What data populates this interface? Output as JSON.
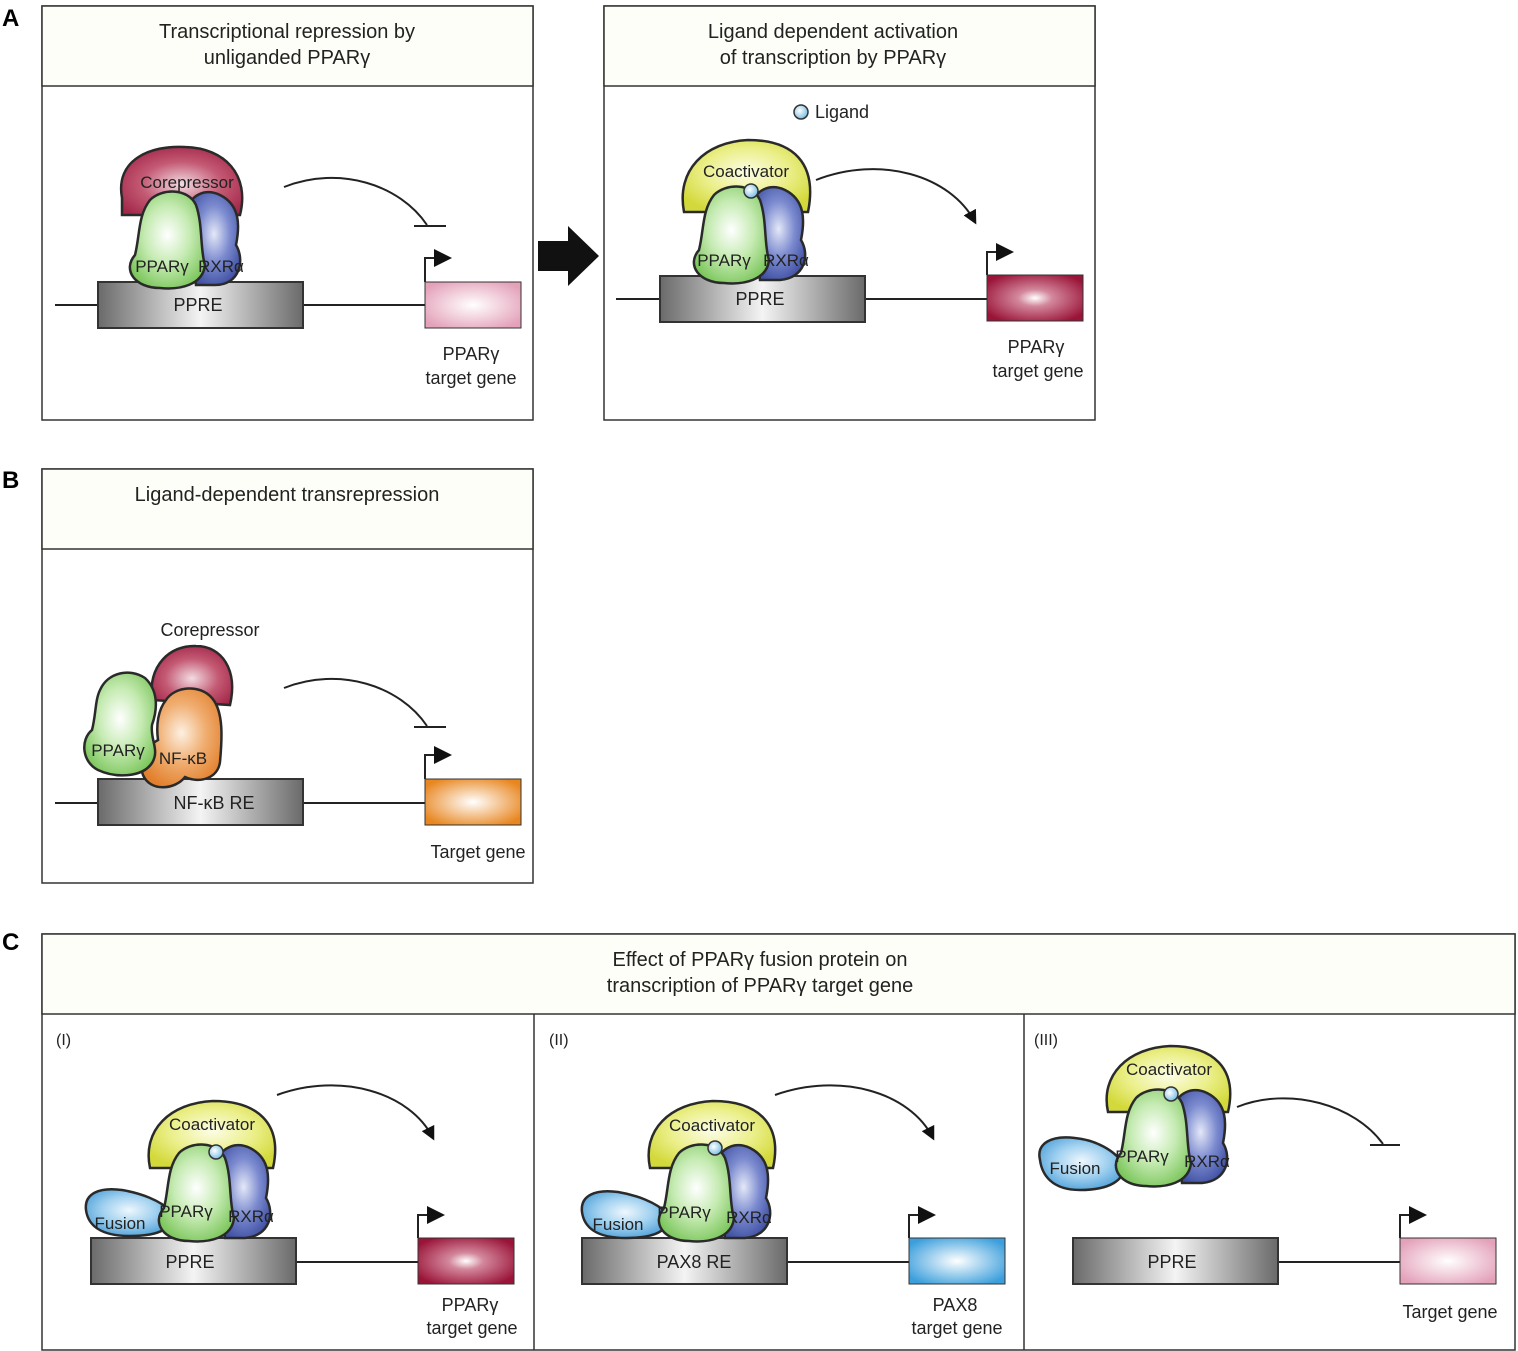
{
  "panel_labels": {
    "a": "A",
    "b": "B",
    "c": "C"
  },
  "colors": {
    "corepressor": "#a8304f",
    "ppar": "#7ec862",
    "rxr": "#4a5fae",
    "coactivator": "#dde24a",
    "nfkb": "#e8873a",
    "fusion": "#5aa6da",
    "ligand": "#8cc6ea",
    "dna_element": "#777777",
    "gene_repressed": "#e6a6bd",
    "gene_active": "#9e1a3c",
    "gene_nfkb": "#e8861f",
    "gene_pax8": "#3c9fdc"
  },
  "panelA": {
    "left": {
      "title_line1": "Transcriptional repression by",
      "title_line2": "unliganded PPARγ",
      "corepressor": "Corepressor",
      "ppar": "PPARγ",
      "rxr": "RXRα",
      "element": "PPRE",
      "gene_line1": "PPARγ",
      "gene_line2": "target gene"
    },
    "right": {
      "title_line1": "Ligand dependent activation",
      "title_line2": "of transcription by PPARγ",
      "ligand": "Ligand",
      "coactivator": "Coactivator",
      "ppar": "PPARγ",
      "rxr": "RXRα",
      "element": "PPRE",
      "gene_line1": "PPARγ",
      "gene_line2": "target gene"
    }
  },
  "panelB": {
    "title": "Ligand-dependent transrepression",
    "corepressor": "Corepressor",
    "ppar": "PPARγ",
    "nfkb": "NF-κB",
    "element": "NF-κB RE",
    "gene": "Target gene"
  },
  "panelC": {
    "title_line1": "Effect of PPARγ fusion protein on",
    "title_line2": "transcription of PPARγ target gene",
    "sub1": {
      "label": "(I)",
      "coactivator": "Coactivator",
      "fusion": "Fusion",
      "ppar": "PPARγ",
      "rxr": "RXRα",
      "element": "PPRE",
      "gene_line1": "PPARγ",
      "gene_line2": "target gene"
    },
    "sub2": {
      "label": "(II)",
      "coactivator": "Coactivator",
      "fusion": "Fusion",
      "ppar": "PPARγ",
      "rxr": "RXRα",
      "element": "PAX8 RE",
      "gene_line1": "PAX8",
      "gene_line2": "target gene"
    },
    "sub3": {
      "label": "(III)",
      "coactivator": "Coactivator",
      "fusion": "Fusion",
      "ppar": "PPARγ",
      "rxr": "RXRα",
      "element": "PPRE",
      "gene": "Target gene"
    }
  }
}
